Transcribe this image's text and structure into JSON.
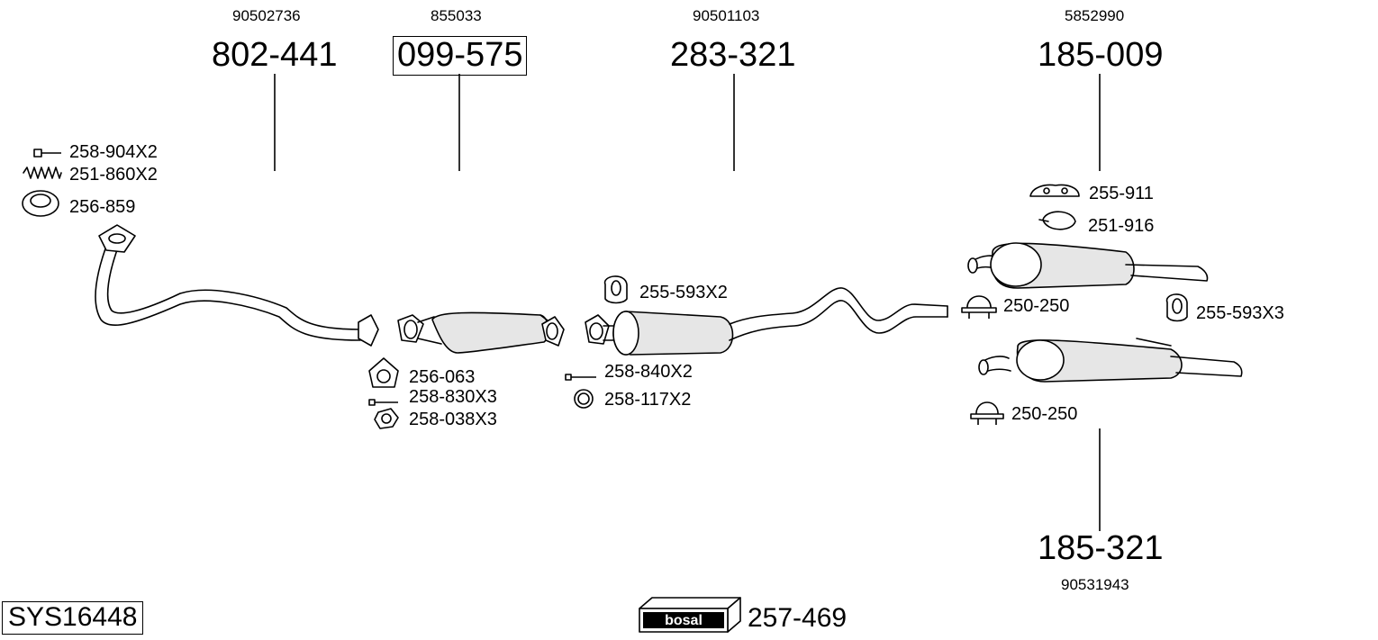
{
  "system_code": "SYS16448",
  "parts": [
    {
      "oem": "90502736",
      "number": "802-441",
      "boxed": false
    },
    {
      "oem": "855033",
      "number": "099-575",
      "boxed": true
    },
    {
      "oem": "90501103",
      "number": "283-321",
      "boxed": false
    },
    {
      "oem": "5852990",
      "number": "185-009",
      "boxed": false
    },
    {
      "oem": "90531943",
      "number": "185-321",
      "boxed": false
    }
  ],
  "accessories": [
    {
      "label": "258-904X2",
      "icon": "bolt-icon"
    },
    {
      "label": "251-860X2",
      "icon": "spring-icon"
    },
    {
      "label": "256-859",
      "icon": "gasket-ring-icon"
    },
    {
      "label": "256-063",
      "icon": "flange-gasket-icon"
    },
    {
      "label": "258-830X3",
      "icon": "bolt-icon"
    },
    {
      "label": "258-038X3",
      "icon": "nut-icon"
    },
    {
      "label": "255-593X2",
      "icon": "rubber-hanger-icon"
    },
    {
      "label": "258-840X2",
      "icon": "bolt-icon"
    },
    {
      "label": "258-117X2",
      "icon": "ring-gasket-icon"
    },
    {
      "label": "255-911",
      "icon": "bracket-icon"
    },
    {
      "label": "251-916",
      "icon": "clamp-icon"
    },
    {
      "label": "250-250",
      "icon": "u-clamp-icon"
    },
    {
      "label": "255-593X3",
      "icon": "rubber-hanger-icon"
    },
    {
      "label": "250-250",
      "icon": "u-clamp-icon"
    }
  ],
  "kit": {
    "logo": "bosal",
    "number": "257-469"
  }
}
